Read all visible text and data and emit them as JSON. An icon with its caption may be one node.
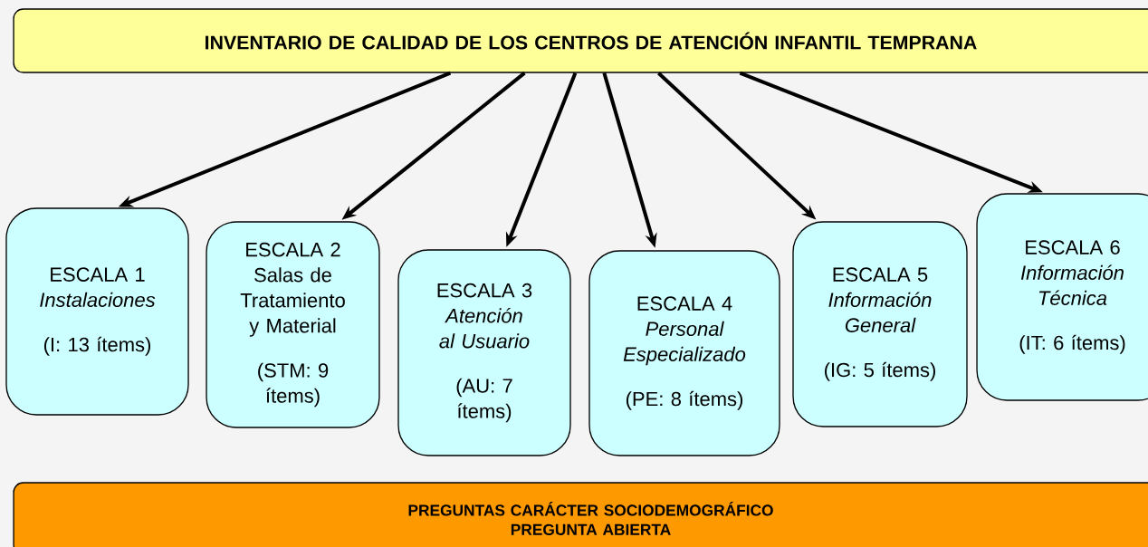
{
  "diagram": {
    "nodes": [
      {
        "text": [
          "INVENTARIO DE CALIDAD DE LOS CENTROS DE ATENCIÓN INFANTIL TEMPRANA"
        ]
      },
      {
        "text": [
          "ESCALA 1",
          "Instalaciones",
          "(I: 13 ítems)"
        ]
      },
      {
        "text": [
          "ESCALA 2",
          "Salas de Tratamiento y Material",
          "(STM: 9 ítems)"
        ]
      },
      {
        "text": [
          "ESCALA 3",
          "Atención al Usuario",
          "(AU: 7 ítems)"
        ]
      },
      {
        "text": [
          "ESCALA 4",
          "Personal Especializado",
          "(PE: 8 ítems)"
        ]
      },
      {
        "text": [
          "ESCALA 5",
          "Información General",
          "(IG: 5 ítems)"
        ]
      },
      {
        "text": [
          "ESCALA 6",
          "Información Técnica",
          "(IT: 6 ítems)"
        ]
      },
      {
        "text": [
          "PREGUNTAS CARÁCTER SOCIODEMOGRÁFICO",
          "PREGUNTA ABIERTA"
        ]
      }
    ],
    "edges": [
      {
        "from": 0,
        "to": 1,
        "arrow": "to"
      },
      {
        "from": 0,
        "to": 2,
        "arrow": "to"
      },
      {
        "from": 0,
        "to": 3,
        "arrow": "to"
      },
      {
        "from": 0,
        "to": 4,
        "arrow": "to"
      },
      {
        "from": 0,
        "to": 5,
        "arrow": "to"
      },
      {
        "from": 0,
        "to": 6,
        "arrow": "to"
      }
    ]
  }
}
